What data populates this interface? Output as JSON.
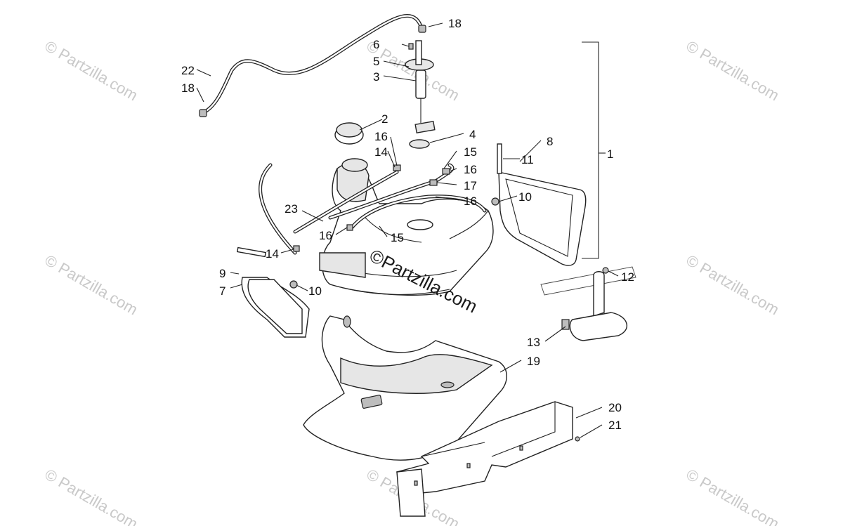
{
  "watermark": {
    "text": "© Partzilla.com",
    "center_text": "©Partzilla.com"
  },
  "callouts": [
    "1",
    "2",
    "3",
    "4",
    "5",
    "6",
    "7",
    "8",
    "9",
    "10",
    "10",
    "11",
    "12",
    "13",
    "14",
    "14",
    "15",
    "15",
    "16",
    "16",
    "16",
    "16",
    "17",
    "18",
    "18",
    "19",
    "20",
    "21",
    "22",
    "23"
  ]
}
